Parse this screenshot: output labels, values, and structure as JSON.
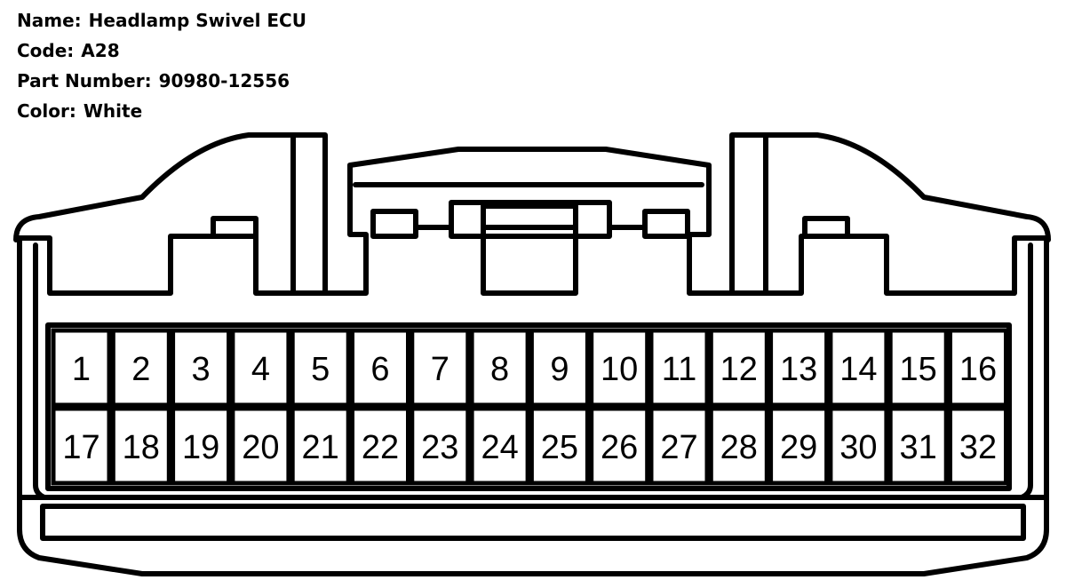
{
  "info": {
    "name_label": "Name:",
    "name_value": "Headlamp Swivel ECU",
    "code_label": "Code:",
    "code_value": "A28",
    "part_label": "Part Number:",
    "part_value": "90980-12556",
    "color_label": "Color:",
    "color_value": "White"
  },
  "pins": {
    "top_row": [
      "1",
      "2",
      "3",
      "4",
      "5",
      "6",
      "7",
      "8",
      "9",
      "10",
      "11",
      "12",
      "13",
      "14",
      "15",
      "16"
    ],
    "bottom_row": [
      "17",
      "18",
      "19",
      "20",
      "21",
      "22",
      "23",
      "24",
      "25",
      "26",
      "27",
      "28",
      "29",
      "30",
      "31",
      "32"
    ]
  },
  "colors": {
    "line": "#000000",
    "background": "#ffffff"
  }
}
